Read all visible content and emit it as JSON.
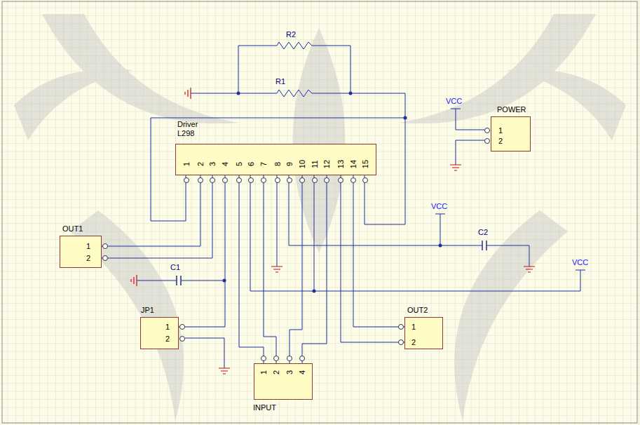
{
  "diagram": {
    "nodes": [
      {
        "text": [
          "Driver L298",
          "1",
          "2",
          "3",
          "4",
          "5",
          "6",
          "7",
          "8",
          "9",
          "10",
          "11",
          "12",
          "13",
          "14",
          "15"
        ]
      },
      {
        "text": [
          "POWER",
          "1",
          "2"
        ]
      },
      {
        "text": [
          "OUT1",
          "1",
          "2"
        ]
      },
      {
        "text": [
          "JP1",
          "1",
          "2"
        ]
      },
      {
        "text": [
          "INPUT",
          "1",
          "2",
          "3",
          "4"
        ]
      },
      {
        "text": [
          "OUT2",
          "1",
          "2"
        ]
      }
    ],
    "edges": [
      {
        "from": 0,
        "to": 2,
        "arrow": "none"
      },
      {
        "from": 0,
        "to": 2,
        "arrow": "none"
      },
      {
        "from": 0,
        "to": 3,
        "arrow": "none"
      },
      {
        "from": 0,
        "to": 4,
        "arrow": "none"
      },
      {
        "from": 0,
        "to": 4,
        "arrow": "none"
      },
      {
        "from": 0,
        "to": 4,
        "arrow": "none"
      },
      {
        "from": 0,
        "to": 4,
        "arrow": "none"
      },
      {
        "from": 0,
        "to": 5,
        "arrow": "none"
      },
      {
        "from": 0,
        "to": 5,
        "arrow": "none"
      }
    ],
    "labels": [
      "R2",
      "R1",
      "VCC",
      "VCC",
      "VCC",
      "C1",
      "C2"
    ]
  }
}
